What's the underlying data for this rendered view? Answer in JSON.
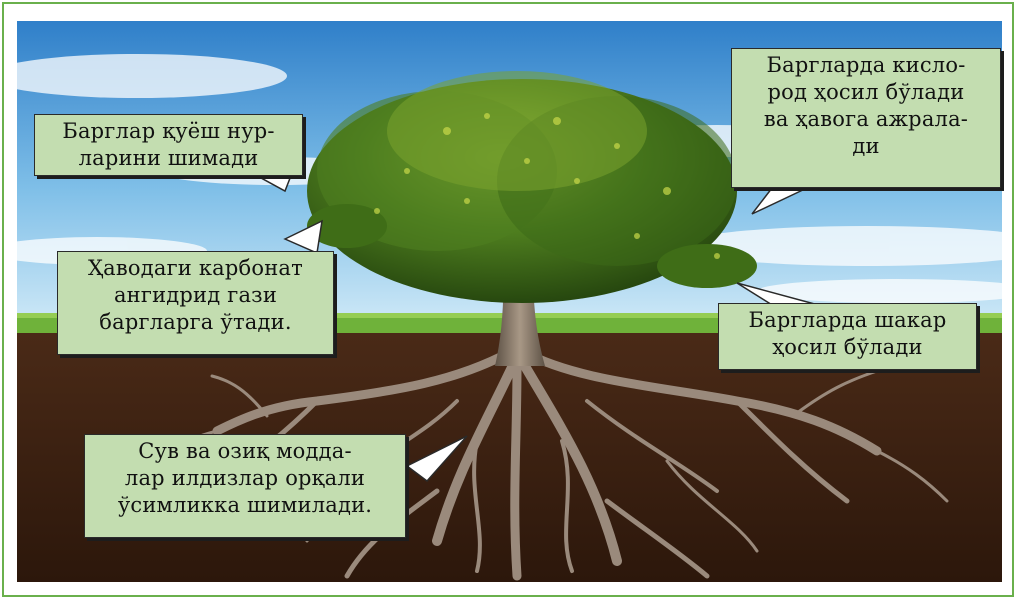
{
  "callouts": {
    "sunlight": {
      "lines": [
        "Барглар қуёш нур-",
        "ларини шимади"
      ]
    },
    "oxygen": {
      "lines": [
        "Баргларда кисло-",
        "род ҳосил бўлади",
        "ва ҳавога ажрала-",
        "ди"
      ]
    },
    "co2": {
      "lines": [
        "Ҳаводаги карбонат",
        "ангидрид гази",
        "баргларга ўтади."
      ]
    },
    "sugar": {
      "lines": [
        "Баргларда шакар",
        "ҳосил бўлади"
      ]
    },
    "water": {
      "lines": [
        "Сув ва озиқ модда-",
        "лар илдизлар орқали",
        "ўсимликка шимилади."
      ]
    }
  },
  "colors": {
    "frame": "#6ab04c",
    "callout_fill": "#c3ddb0",
    "sky_top": "#2f7fc9",
    "sky_bottom": "#bfe2f5",
    "grass": "#6fb23a",
    "soil": "#3e2313",
    "foliage": "#4f7f1f",
    "trunk": "#8a7a6a"
  }
}
